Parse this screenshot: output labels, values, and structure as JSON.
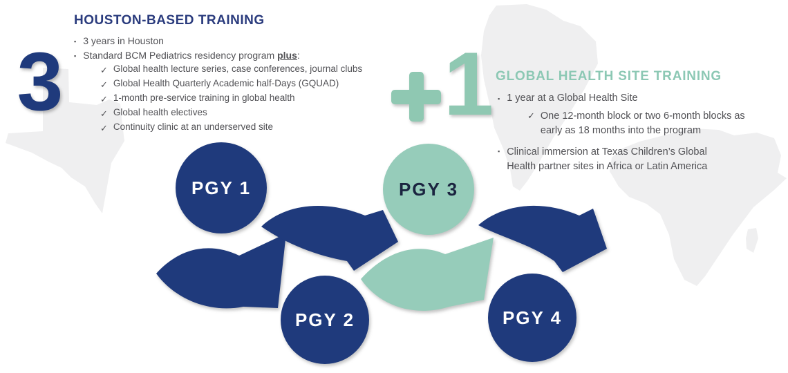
{
  "colors": {
    "navy": "#1F3A7C",
    "navy_title": "#2A3B7D",
    "teal": "#96CCBA",
    "teal_accent": "#8FC8B2",
    "teal_title": "#8CC8B4",
    "map_gray": "#EFEFF0",
    "body_text": "#515155",
    "pgy_dark_text": "#1B2440",
    "white": "#FFFFFF"
  },
  "icons": {
    "bullet": "▪",
    "check": "✓"
  },
  "left_panel": {
    "number": "3",
    "title": "HOUSTON-BASED TRAINING",
    "bullet1": "3 years in Houston",
    "bullet2_prefix": "Standard BCM Pediatrics residency program ",
    "bullet2_bold": "plus",
    "bullet2_suffix": ":",
    "checklist": [
      "Global health lecture series, case conferences, journal clubs",
      "Global Health Quarterly Academic half-Days (GQUAD)",
      "1-month pre-service training in global health",
      "Global health electives",
      "Continuity clinic at an underserved site"
    ]
  },
  "right_panel": {
    "plus": "+",
    "number": "1",
    "title": "GLOBAL HEALTH SITE TRAINING",
    "bullet1": "1 year at a Global Health Site",
    "check_line1": "One 12-month block or two 6-month blocks as",
    "check_line2": "early as 18 months into the program",
    "bullet2_line1": "Clinical immersion at Texas Children’s Global",
    "bullet2_line2": "Health partner sites in Africa or Latin America"
  },
  "diagram": {
    "nodes": [
      {
        "label": "PGY 1",
        "style": "navy"
      },
      {
        "label": "PGY 2",
        "style": "navy"
      },
      {
        "label": "PGY 3",
        "style": "teal"
      },
      {
        "label": "PGY 4",
        "style": "navy"
      }
    ]
  }
}
